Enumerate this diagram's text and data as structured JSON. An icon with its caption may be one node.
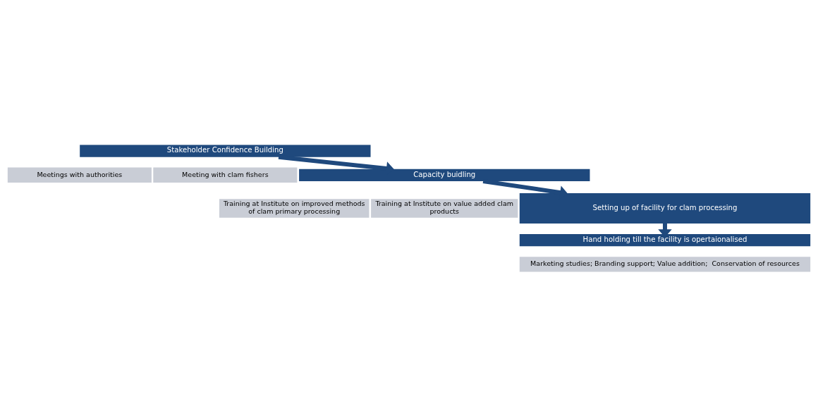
{
  "diagram": {
    "nodes": [
      {
        "text": [
          "Stakeholder Confidence Building"
        ]
      },
      {
        "text": [
          "Meetings with authorities"
        ]
      },
      {
        "text": [
          "Meeting with clam fishers"
        ]
      },
      {
        "text": [
          "Capacity buidling"
        ]
      },
      {
        "text": [
          "Training at Institute on improved methods of clam primary processing"
        ]
      },
      {
        "text": [
          "Training at Institute on value added clam products"
        ]
      },
      {
        "text": [
          "Setting up of facility for clam processing"
        ]
      },
      {
        "text": [
          "Hand holding till the facility is opertaionalised"
        ]
      },
      {
        "text": [
          "Marketing studies; Branding support; Value addition;  Conservation of resources"
        ]
      }
    ],
    "edges": [
      {
        "from": 0,
        "to": 3,
        "arrow": "to"
      },
      {
        "from": 3,
        "to": 6,
        "arrow": "to"
      },
      {
        "from": 6,
        "to": 7,
        "arrow": "to"
      }
    ]
  }
}
